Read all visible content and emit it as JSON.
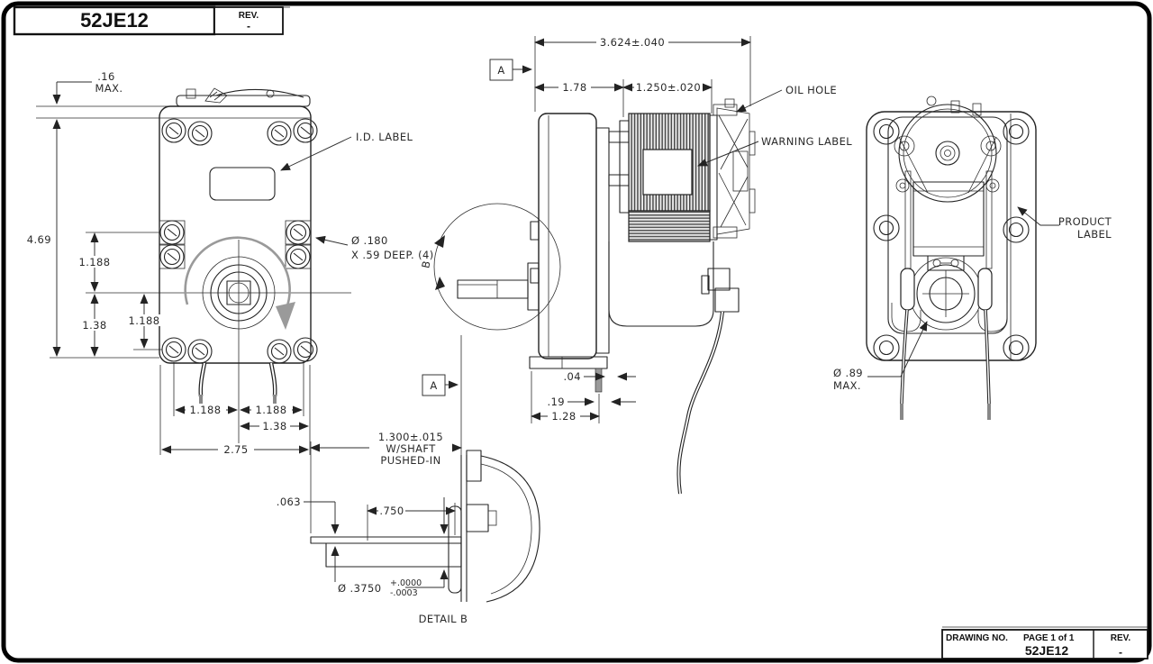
{
  "page": {
    "background": "#ffffff",
    "line_color": "#232323",
    "accent_gray": "#9a9a9a"
  },
  "title_block": {
    "drawing_number": "52JE12",
    "rev_label": "REV.",
    "rev_value": "-"
  },
  "footer_block": {
    "drawing_no_label": "DRAWING NO.",
    "page_label": "PAGE 1 of 1",
    "drawing_number": "52JE12",
    "rev_label": "REV.",
    "rev_value": "-"
  },
  "front_view": {
    "dim_height_offset": ".16",
    "dim_height_offset_suffix": "MAX.",
    "dim_overall_height": "4.69",
    "dim_center_upper": "1.188",
    "dim_center_lower": "1.38",
    "dim_center_lower_right": "1.188",
    "callout_id_label": "I.D. LABEL",
    "callout_hole_dia": "Ø .180",
    "callout_hole_depth": "X .59 DEEP. (4)",
    "dim_bottom_left": "1.188",
    "dim_bottom_right": "1.188",
    "dim_bottom_138": "1.38",
    "dim_overall_width": "2.75"
  },
  "side_view": {
    "dim_overall_length": "3.624±.040",
    "dim_gearbox_length": "1.78",
    "dim_stack_length": "1.250±.020",
    "callout_oil_hole": "OIL HOLE",
    "callout_warning_label": "WARNING LABEL",
    "dim_gap": ".04",
    "dim_plate": ".19",
    "dim_gearcase": "1.28",
    "datum_a_top": "A",
    "detail_marker": "B"
  },
  "rear_view": {
    "callout_product_label_line1": "PRODUCT",
    "callout_product_label_line2": "LABEL",
    "dim_hub_dia": "Ø .89",
    "dim_hub_dia_suffix": "MAX."
  },
  "detail_b": {
    "datum_a": "A",
    "dim_shaft_ext": "1.300±.015",
    "dim_shaft_ext_note1": "W/SHAFT",
    "dim_shaft_ext_note2": "PUSHED-IN",
    "dim_flat_depth": ".063",
    "dim_flat_length": ".750",
    "dim_shaft_dia": "Ø .3750",
    "dim_shaft_dia_tol_plus": "+.0000",
    "dim_shaft_dia_tol_minus": "-.0003",
    "caption": "DETAIL B"
  }
}
